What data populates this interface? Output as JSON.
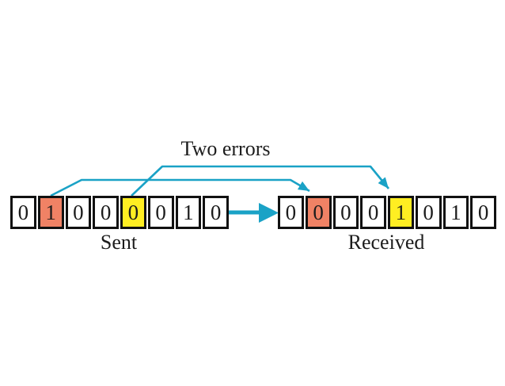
{
  "annotation": {
    "label": "Two errors"
  },
  "colors": {
    "accent": "#1aa2c6",
    "error-red": "#f08265",
    "error-yellow": "#ffee22",
    "ink": "#111111",
    "digit": "#1c1c1c",
    "paper": "#ffffff"
  },
  "rows": {
    "sent": {
      "label": "Sent",
      "bits": [
        {
          "value": "0",
          "hl": "none"
        },
        {
          "value": "1",
          "hl": "red"
        },
        {
          "value": "0",
          "hl": "none"
        },
        {
          "value": "0",
          "hl": "none"
        },
        {
          "value": "0",
          "hl": "yellow"
        },
        {
          "value": "0",
          "hl": "none"
        },
        {
          "value": "1",
          "hl": "none"
        },
        {
          "value": "0",
          "hl": "none"
        }
      ]
    },
    "received": {
      "label": "Received",
      "bits": [
        {
          "value": "0",
          "hl": "none"
        },
        {
          "value": "0",
          "hl": "red"
        },
        {
          "value": "0",
          "hl": "none"
        },
        {
          "value": "0",
          "hl": "none"
        },
        {
          "value": "1",
          "hl": "yellow"
        },
        {
          "value": "0",
          "hl": "none"
        },
        {
          "value": "1",
          "hl": "none"
        },
        {
          "value": "0",
          "hl": "none"
        }
      ]
    }
  }
}
